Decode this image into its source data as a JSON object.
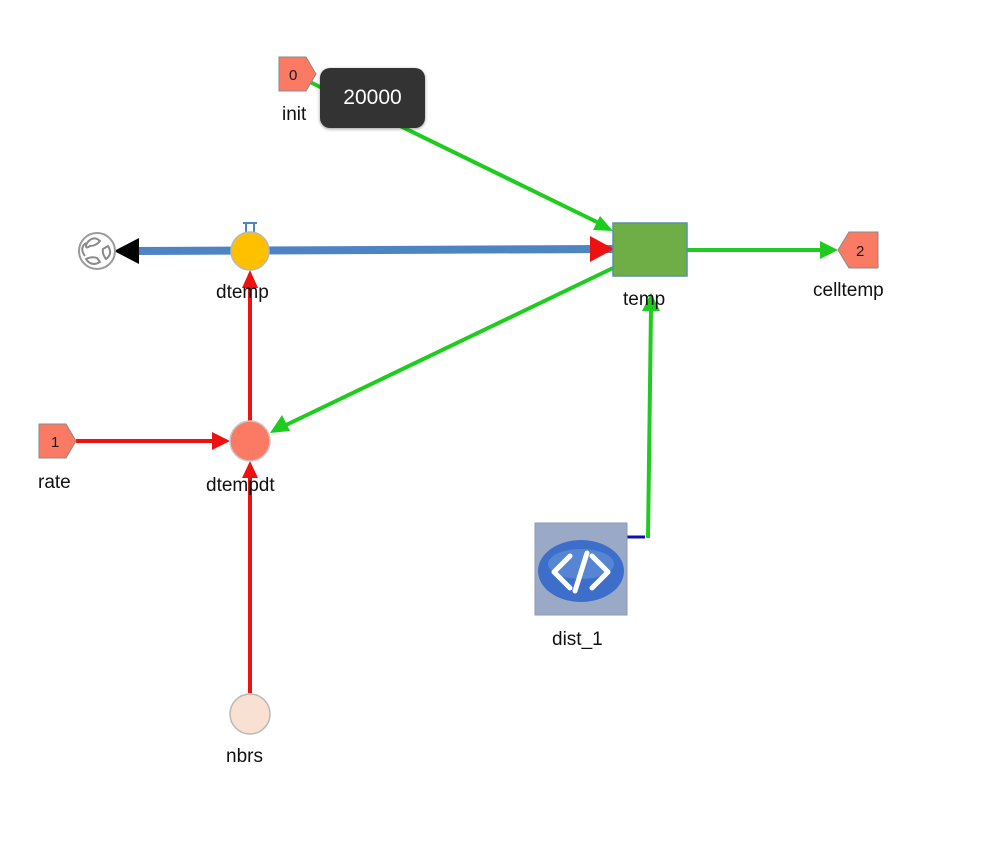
{
  "tooltip": {
    "value": "20000"
  },
  "nodes": {
    "init": {
      "label": "init",
      "port_number": "0"
    },
    "rate": {
      "label": "rate",
      "port_number": "1"
    },
    "celltemp": {
      "label": "celltemp",
      "port_number": "2"
    },
    "temp": {
      "label": "temp"
    },
    "dtemp": {
      "label": "dtemp"
    },
    "dtempdt": {
      "label": "dtempdt"
    },
    "nbrs": {
      "label": "nbrs"
    },
    "dist_1": {
      "label": "dist_1",
      "icon": "code-icon"
    },
    "sink": {
      "icon": "cloud-sink-icon"
    }
  },
  "colors": {
    "port": "#fa7a64",
    "stock": "#6fae46",
    "flow_valve": "#ffc000",
    "flow_pipe": "#4d84c4",
    "converter": "#fa7a64",
    "variable_light": "#f8e0d2",
    "link_green": "#1ecc1e",
    "link_red": "#ee1111",
    "tooltip_bg": "#333333"
  }
}
